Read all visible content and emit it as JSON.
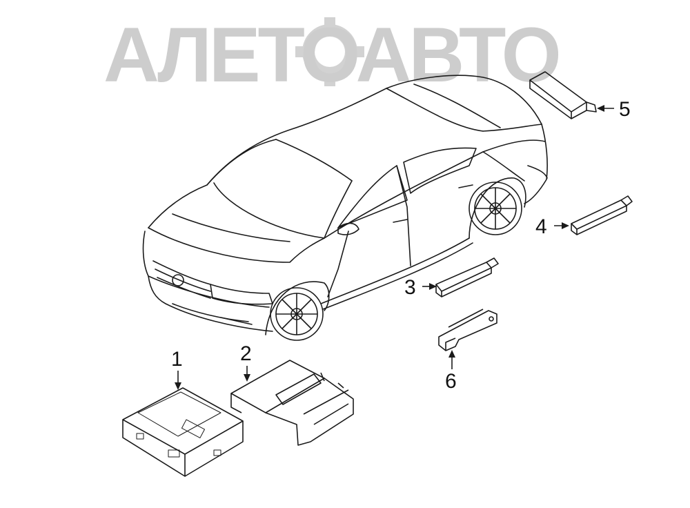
{
  "watermark": {
    "text": "АЛЕТОАВТО",
    "color": "#b9b9b9"
  },
  "colors": {
    "line": "#1a1a1a",
    "background": "#ffffff"
  },
  "callouts": [
    {
      "id": "1",
      "label": "1",
      "part": "control-module"
    },
    {
      "id": "2",
      "label": "2",
      "part": "module-bracket"
    },
    {
      "id": "3",
      "label": "3",
      "part": "antenna"
    },
    {
      "id": "4",
      "label": "4",
      "part": "antenna"
    },
    {
      "id": "5",
      "label": "5",
      "part": "antenna"
    },
    {
      "id": "6",
      "label": "6",
      "part": "antenna-bracket"
    }
  ]
}
